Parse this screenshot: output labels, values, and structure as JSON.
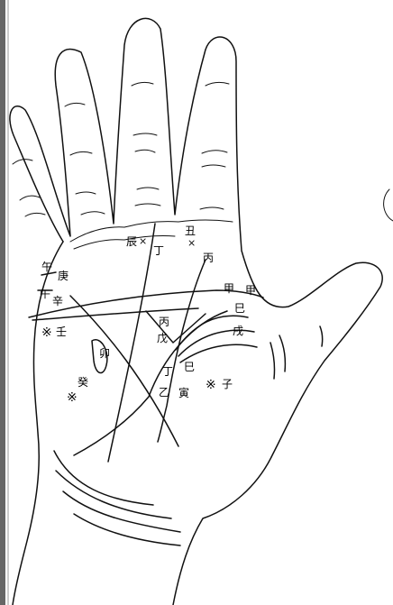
{
  "labels": {
    "chou": "丑",
    "chen": "辰",
    "ding_top": "丁",
    "bing_top": "丙",
    "wu_top": "午",
    "geng": "庚",
    "wu_mid": "午",
    "xin": "辛",
    "ren": "壬",
    "jia_1": "甲",
    "jia_2": "甲",
    "si_1": "巳",
    "bing_mid": "丙",
    "wu_earth": "戊",
    "xu": "戌",
    "mao": "卯",
    "ding_mid": "丁",
    "si_2": "巳",
    "zi": "子",
    "yin": "寅",
    "gui": "癸",
    "yi": "乙"
  },
  "marks": {
    "cross": "×",
    "star": "※"
  }
}
